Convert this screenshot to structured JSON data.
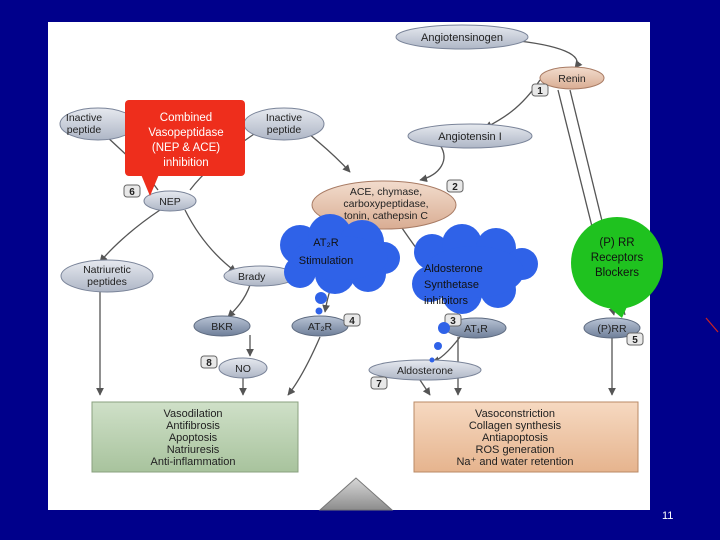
{
  "nodes": {
    "angiotensinogen": "Angiotensinogen",
    "renin": "Renin",
    "angiotensin1": "Angiotensin I",
    "inactive_peptide_left_l1": "Inactive",
    "inactive_peptide_left_l2": "peptide",
    "inactive_peptide_right_l1": "Inactive",
    "inactive_peptide_right_l2": "peptide",
    "nep": "NEP",
    "ace_l1": "ACE, chymase,",
    "ace_l2": "carboxypeptidase,",
    "ace_l3": "tonin, cathepsin C",
    "natriuretic_l1": "Natriuretic",
    "natriuretic_l2": "peptides",
    "brady": "Brady",
    "bkr": "BKR",
    "at2r": "AT₂R",
    "at1r": "AT₁R",
    "prr": "(P)RR",
    "no": "NO",
    "aldosterone": "Aldosterone"
  },
  "badges": {
    "b1": "1",
    "b2": "2",
    "b3": "3",
    "b4": "4",
    "b5": "5",
    "b6": "6",
    "b7": "7",
    "b8": "8"
  },
  "effects_left": [
    "Vasodilation",
    "Antifibrosis",
    "Apoptosis",
    "Natriuresis",
    "Anti-inflammation"
  ],
  "effects_right": [
    "Vasoconstriction",
    "Collagen synthesis",
    "Antiapoptosis",
    "ROS generation",
    "Na⁺ and water retention"
  ],
  "callouts": {
    "vasopeptidase": [
      "Combined",
      "Vasopeptidase",
      "(NEP & ACE)",
      "inhibition"
    ],
    "at2r_stimulation": [
      "AT₂R",
      "Stimulation"
    ],
    "aldosterone_synthetase": [
      "Aldosterone",
      "Synthetase",
      "inhibitors"
    ],
    "prr_blockers": [
      "(P) RR",
      "Receptors",
      "Blockers"
    ]
  },
  "page_number": "11",
  "colors": {
    "background": "#00008b",
    "callout_red": "#ee2e1c",
    "callout_blue": "#2f62e8",
    "callout_green": "#1fc21f",
    "left_box": "#bcd3b3",
    "right_box": "#f0c9a8",
    "node_fill": "#c9cfdb",
    "ace_fill": "#e7c8b4"
  }
}
